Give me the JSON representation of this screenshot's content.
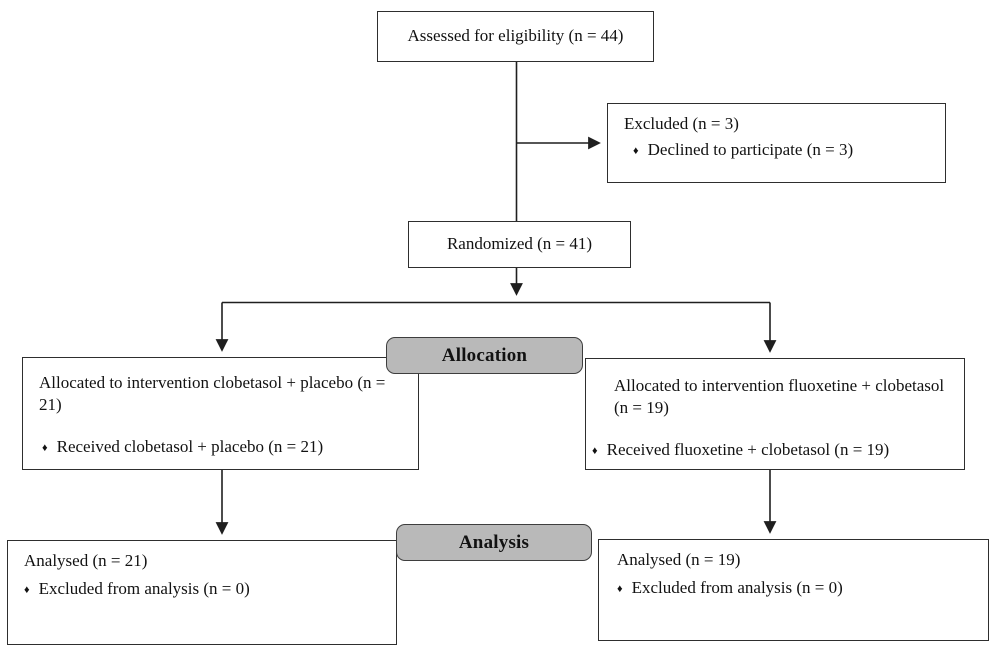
{
  "flow": {
    "bullet_glyph": "♦",
    "assessed": {
      "text": "Assessed for eligibility (n = 44)"
    },
    "excluded": {
      "title": "Excluded (n = 3)",
      "bullet": "Declined to participate (n = 3)"
    },
    "randomized": {
      "text": "Randomized (n = 41)"
    },
    "stage_labels": {
      "allocation": "Allocation",
      "analysis": "Analysis"
    },
    "alloc_left": {
      "title": "Allocated to intervention clobetasol + placebo (n = 21)",
      "bullet": "Received clobetasol + placebo (n = 21)"
    },
    "alloc_right": {
      "title": "Allocated to intervention fluoxetine + clobetasol (n = 19)",
      "bullet": "Received fluoxetine + clobetasol (n = 19)"
    },
    "analysed_left": {
      "title": "Analysed (n = 21)",
      "bullet": "Excluded from analysis (n = 0)"
    },
    "analysed_right": {
      "title": "Analysed (n = 19)",
      "bullet": "Excluded from analysis (n = 0)"
    },
    "colors": {
      "stage_fill": "#b9b9b9",
      "border": "#2e2e2e",
      "line": "#1f1f1f",
      "text": "#121212"
    }
  }
}
